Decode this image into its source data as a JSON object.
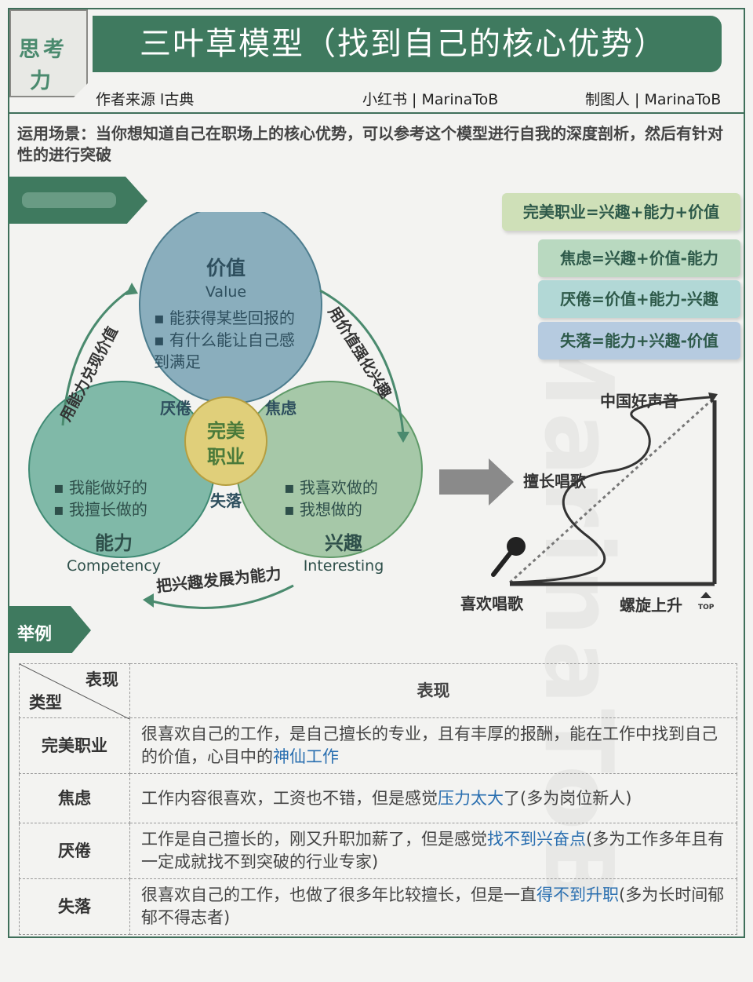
{
  "header": {
    "badge": [
      "思考",
      "力"
    ],
    "title": "三叶草模型（找到自己的核心优势）",
    "author": "作者来源 l古典",
    "xiaohongshu": "小红书 | MarinaToB",
    "maker": "制图人 | MarinaToB"
  },
  "scenario": "运用场景：当你想知道自己在职场上的核心优势，可以参考这个模型进行自我的深度剖析，然后有针对性的进行突破",
  "diagram": {
    "value": {
      "title": "价值",
      "en": "Value",
      "items": [
        "能获得某些回报的",
        "有什么能让自己感",
        "到满足"
      ]
    },
    "competency": {
      "title": "能力",
      "en": "Competency",
      "items": [
        "我能做好的",
        "我擅长做的"
      ]
    },
    "interest": {
      "title": "兴趣",
      "en": "Interesting",
      "items": [
        "我喜欢做的",
        "我想做的"
      ]
    },
    "overlaps": {
      "boredom": "厌倦",
      "anxiety": "焦虑",
      "loss": "失落",
      "perfect": [
        "完美",
        "职业"
      ]
    },
    "arrows": {
      "left": "用能力兑现价值",
      "right": "用价值强化兴趣",
      "bottom": "把兴趣发展为能力"
    }
  },
  "formulas": [
    "完美职业=兴趣+能力+价值",
    "焦虑=兴趣+价值-能力",
    "厌倦=价值+能力-兴趣",
    "失落=能力+兴趣-价值"
  ],
  "spiral": {
    "top": "中国好声音",
    "mid": "擅长唱歌",
    "start": "喜欢唱歌",
    "end": "螺旋上升",
    "top_badge": "TOP"
  },
  "examples_title": "举例",
  "table": {
    "corner_top": "表现",
    "corner_bottom": "类型",
    "header": "表现",
    "rows": [
      {
        "type": "完美职业",
        "pre": "很喜欢自己的工作，是自己擅长的专业，且有丰厚的报酬，能在工作中找到自己的价值，心目中的",
        "hl": "神仙工作",
        "post": ""
      },
      {
        "type": "焦虑",
        "pre": "工作内容很喜欢，工资也不错，但是感觉",
        "hl": "压力太大",
        "post": "了(多为岗位新人)"
      },
      {
        "type": "厌倦",
        "pre": "工作是自己擅长的，刚又升职加薪了，但是感觉",
        "hl": "找不到兴奋点",
        "post": "(多为工作多年且有一定成就找不到突破的行业专家)"
      },
      {
        "type": "失落",
        "pre": "很喜欢自己的工作，也做了很多年比较擅长，但是一直",
        "hl": "得不到升职",
        "post": "(多为长时间郁郁不得志者)"
      }
    ]
  },
  "watermark": "MarinaToB",
  "colors": {
    "green": "#3f7a5f",
    "value": "#6f9cb0",
    "competency": "#5fa894",
    "interest": "#8cba8f",
    "perfect": "#e0cf7a",
    "highlight": "#2a6fb0"
  }
}
